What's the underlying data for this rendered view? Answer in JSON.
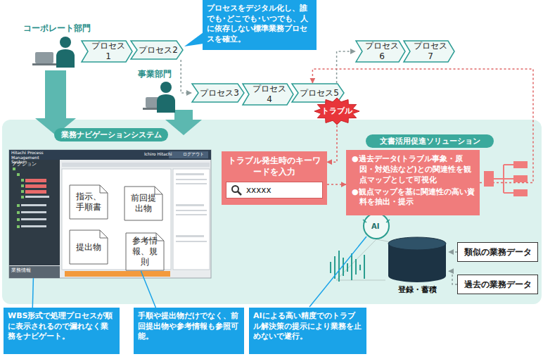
{
  "diagram": {
    "nodes": [
      {
        "text": [
          "プロセスをデジタル化し、誰でも･どこでも･いつでも、人に依存しない標準業務プロセスを確立。"
        ]
      },
      {
        "text": [
          "プロセス1"
        ]
      },
      {
        "text": [
          "プロセス2"
        ]
      },
      {
        "text": [
          "プロセス6"
        ]
      },
      {
        "text": [
          "プロセス7"
        ]
      },
      {
        "text": [
          "プロセス3"
        ]
      },
      {
        "text": [
          "プロセス4"
        ]
      },
      {
        "text": [
          "プロセス5"
        ]
      },
      {
        "text": [
          "トラブル"
        ]
      },
      {
        "text": [
          "業務ナビゲーションシステム"
        ]
      },
      {
        "text": [
          "Hitachi Process Management System",
          "Ichiro Hitachi",
          "ログアウト",
          "アクション",
          "業務情報"
        ]
      },
      {
        "text": [
          "指示、手順書"
        ],
        "in": 10
      },
      {
        "text": [
          "前回提出物"
        ],
        "in": 10
      },
      {
        "text": [
          "提出物"
        ],
        "in": 10
      },
      {
        "text": [
          "参考情報、規則"
        ],
        "in": 10
      },
      {
        "text": [
          "文書活用促進ソリューション"
        ]
      },
      {
        "text": [
          "トラブル発生時のキーワードを入力",
          "xxxxx"
        ]
      },
      {
        "text": [
          "●過去データ(トラブル事象・原因・対処法など)との関連性を観点マップとして可視化",
          "●観点マップを基に関連性の高い資料を抽出・提示"
        ]
      },
      {
        "text": [
          "登録・蓄積"
        ]
      },
      {
        "text": [
          "類似の業務データ"
        ]
      },
      {
        "text": [
          "過去の業務データ"
        ]
      },
      {
        "text": [
          "WBS形式で処理プロセスが順に表示されるので漏れなく業務をナビゲート。"
        ]
      },
      {
        "text": [
          "手順や提出物だけでなく、前回提出物や参考情報も参照可能。"
        ]
      },
      {
        "text": [
          "AIによる高い精度でのトラブル解決策の提示により業務を止めないで遂行。"
        ]
      }
    ],
    "edges": [
      {
        "from": 2,
        "to": 5,
        "arrow": "to"
      },
      {
        "from": 7,
        "to": 3,
        "arrow": "to"
      },
      {
        "from": 8,
        "to": 16,
        "arrow": "to"
      },
      {
        "from": 16,
        "to": 17,
        "arrow": "to"
      },
      {
        "from": 17,
        "to": 7,
        "arrow": "to"
      },
      {
        "from": 19,
        "to": 18,
        "arrow": "to"
      },
      {
        "from": 20,
        "to": 18,
        "arrow": "to"
      },
      {
        "from": 21,
        "to": 10,
        "arrow": "none"
      },
      {
        "from": 22,
        "to": 14,
        "arrow": "none"
      }
    ],
    "labels": [
      "コーポレート部門",
      "事業部門",
      "AI"
    ]
  }
}
